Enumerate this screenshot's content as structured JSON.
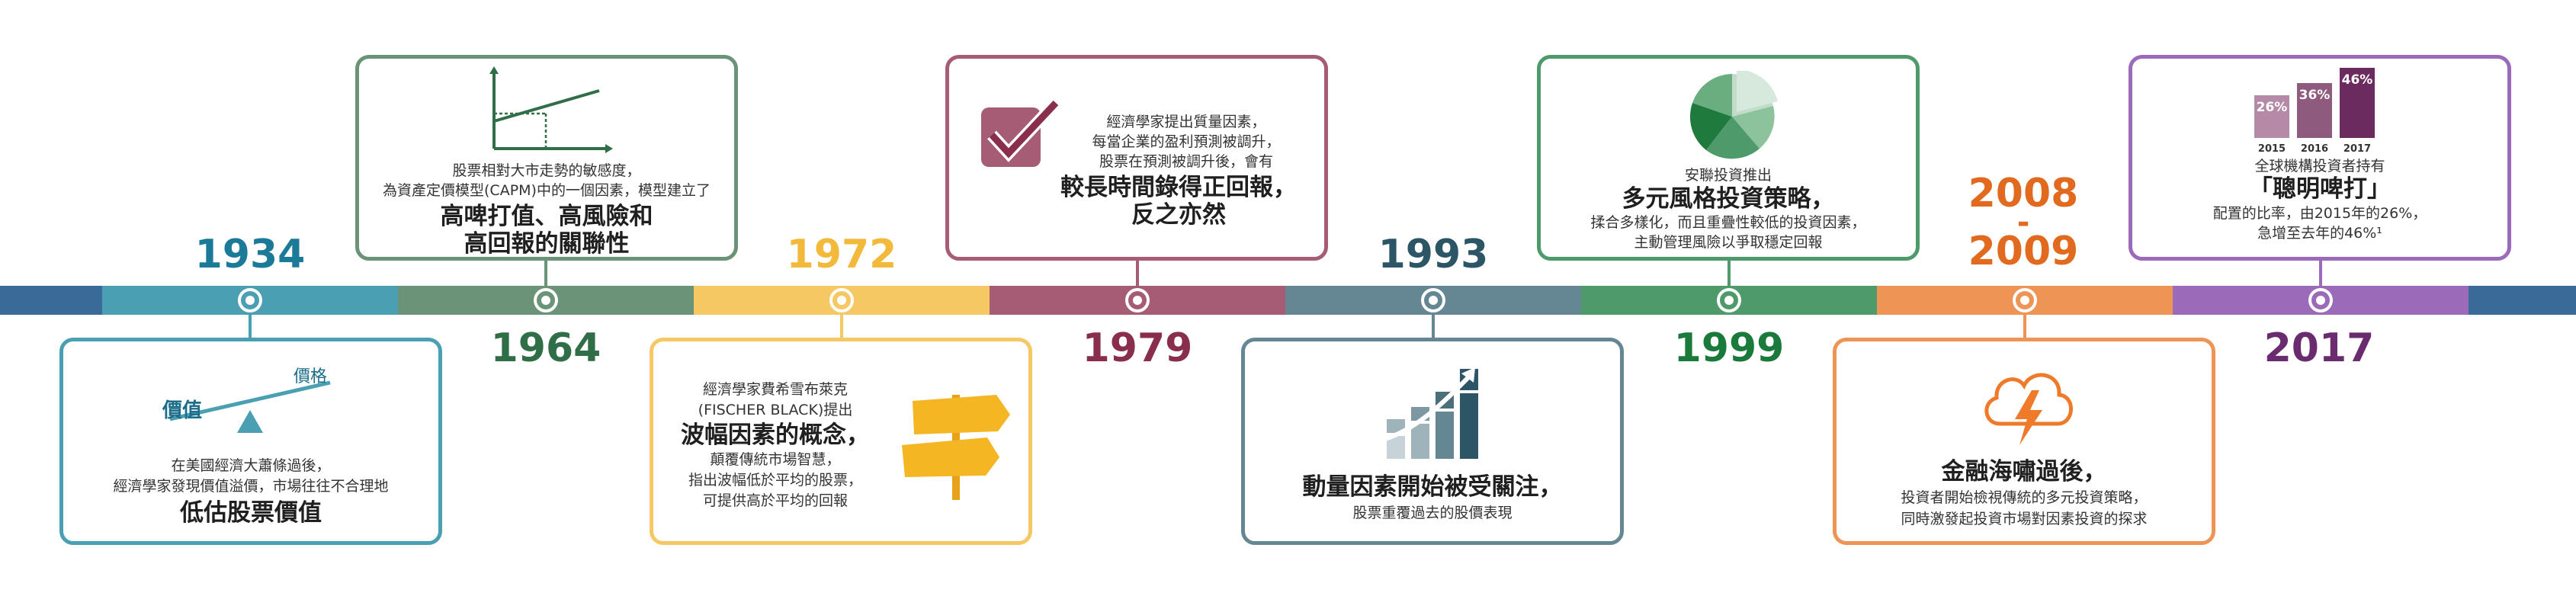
{
  "colors": {
    "teal": "#4b9fb3",
    "sage": "#6a9377",
    "yellow": "#f6c863",
    "mauve": "#a65c75",
    "slate": "#658793",
    "green": "#4e9a6b",
    "orange": "#ee9455",
    "purple": "#9b6ab8",
    "navy": "#3a6a98"
  },
  "events": {
    "e1934": {
      "year": "1934",
      "lines": [
        "在美國經濟大蕭條過後，",
        "經濟學家發現價值溢價，市場往往不合理地"
      ],
      "headline": "低估股票價值",
      "icon_label_price": "價格",
      "icon_label_value": "價值",
      "icon": "seesaw-icon"
    },
    "e1964": {
      "year": "1964",
      "lines": [
        "股票相對大市走勢的敏感度，",
        "為資產定價模型(CAPM)中的一個因素，模型建立了"
      ],
      "headline_lines": [
        "高啤打值、高風險和",
        "高回報的關聯性"
      ],
      "icon": "line-graph-icon"
    },
    "e1972": {
      "year": "1972",
      "lines_top": [
        "經濟學家費希雪布萊克",
        "(FISCHER BLACK)提出"
      ],
      "headline": "波幅因素的概念，",
      "lines_bottom": [
        "顛覆傳統市場智慧，",
        "指出波幅低於平均的股票，",
        "可提供高於平均的回報"
      ],
      "icon": "signpost-icon"
    },
    "e1979": {
      "year": "1979",
      "lines": [
        "經濟學家提出質量因素，",
        "每當企業的盈利預測被調升，",
        "股票在預測被調升後，會有"
      ],
      "headline_lines": [
        "較長時間錄得正回報，",
        "反之亦然"
      ],
      "icon": "checkmark-icon"
    },
    "e1993": {
      "year": "1993",
      "headline": "動量因素開始被受關注，",
      "lines": [
        "股票重覆過去的股價表現"
      ],
      "icon": "rising-bars-icon"
    },
    "e1999": {
      "year": "1999",
      "lines_top": [
        "安聯投資推出"
      ],
      "headline": "多元風格投資策略，",
      "lines_bottom": [
        "揉合多樣化，而且重疊性較低的投資因素，",
        "主動管理風險以爭取穩定回報"
      ],
      "icon": "pie-chart-icon"
    },
    "e2008": {
      "year_lines": [
        "2008",
        "-",
        "2009"
      ],
      "headline": "金融海嘯過後，",
      "lines": [
        "投資者開始檢視傳統的多元投資策略，",
        "同時激發起投資市場對因素投資的探求"
      ],
      "icon": "storm-cloud-icon"
    },
    "e2017": {
      "year": "2017",
      "mini_chart": {
        "values": [
          "26%",
          "36%",
          "46%"
        ],
        "years": [
          "2015",
          "2016",
          "2017"
        ]
      },
      "lines_top": [
        "全球機構投資者持有"
      ],
      "headline": "「聰明啤打」",
      "lines_bottom": [
        "配置的比率，由2015年的26%，",
        "急增至去年的46%¹"
      ],
      "icon": "bar-chart-icon"
    }
  }
}
